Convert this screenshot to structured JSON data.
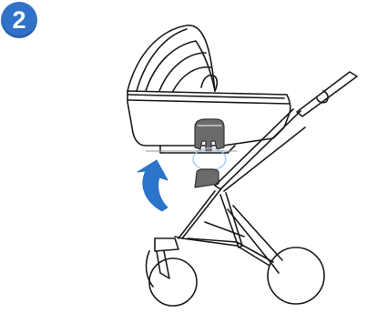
{
  "step": {
    "number": "2"
  },
  "illustration": {
    "subject": "stroller-carrycot-attachment",
    "arrow_direction": "up",
    "colors": {
      "badge": "#2f72c8",
      "arrow": "#2b74c9",
      "line": "#1a1a1a",
      "adapter": "#6b6b6b",
      "highlight_circle": "#9fc3ea"
    }
  }
}
